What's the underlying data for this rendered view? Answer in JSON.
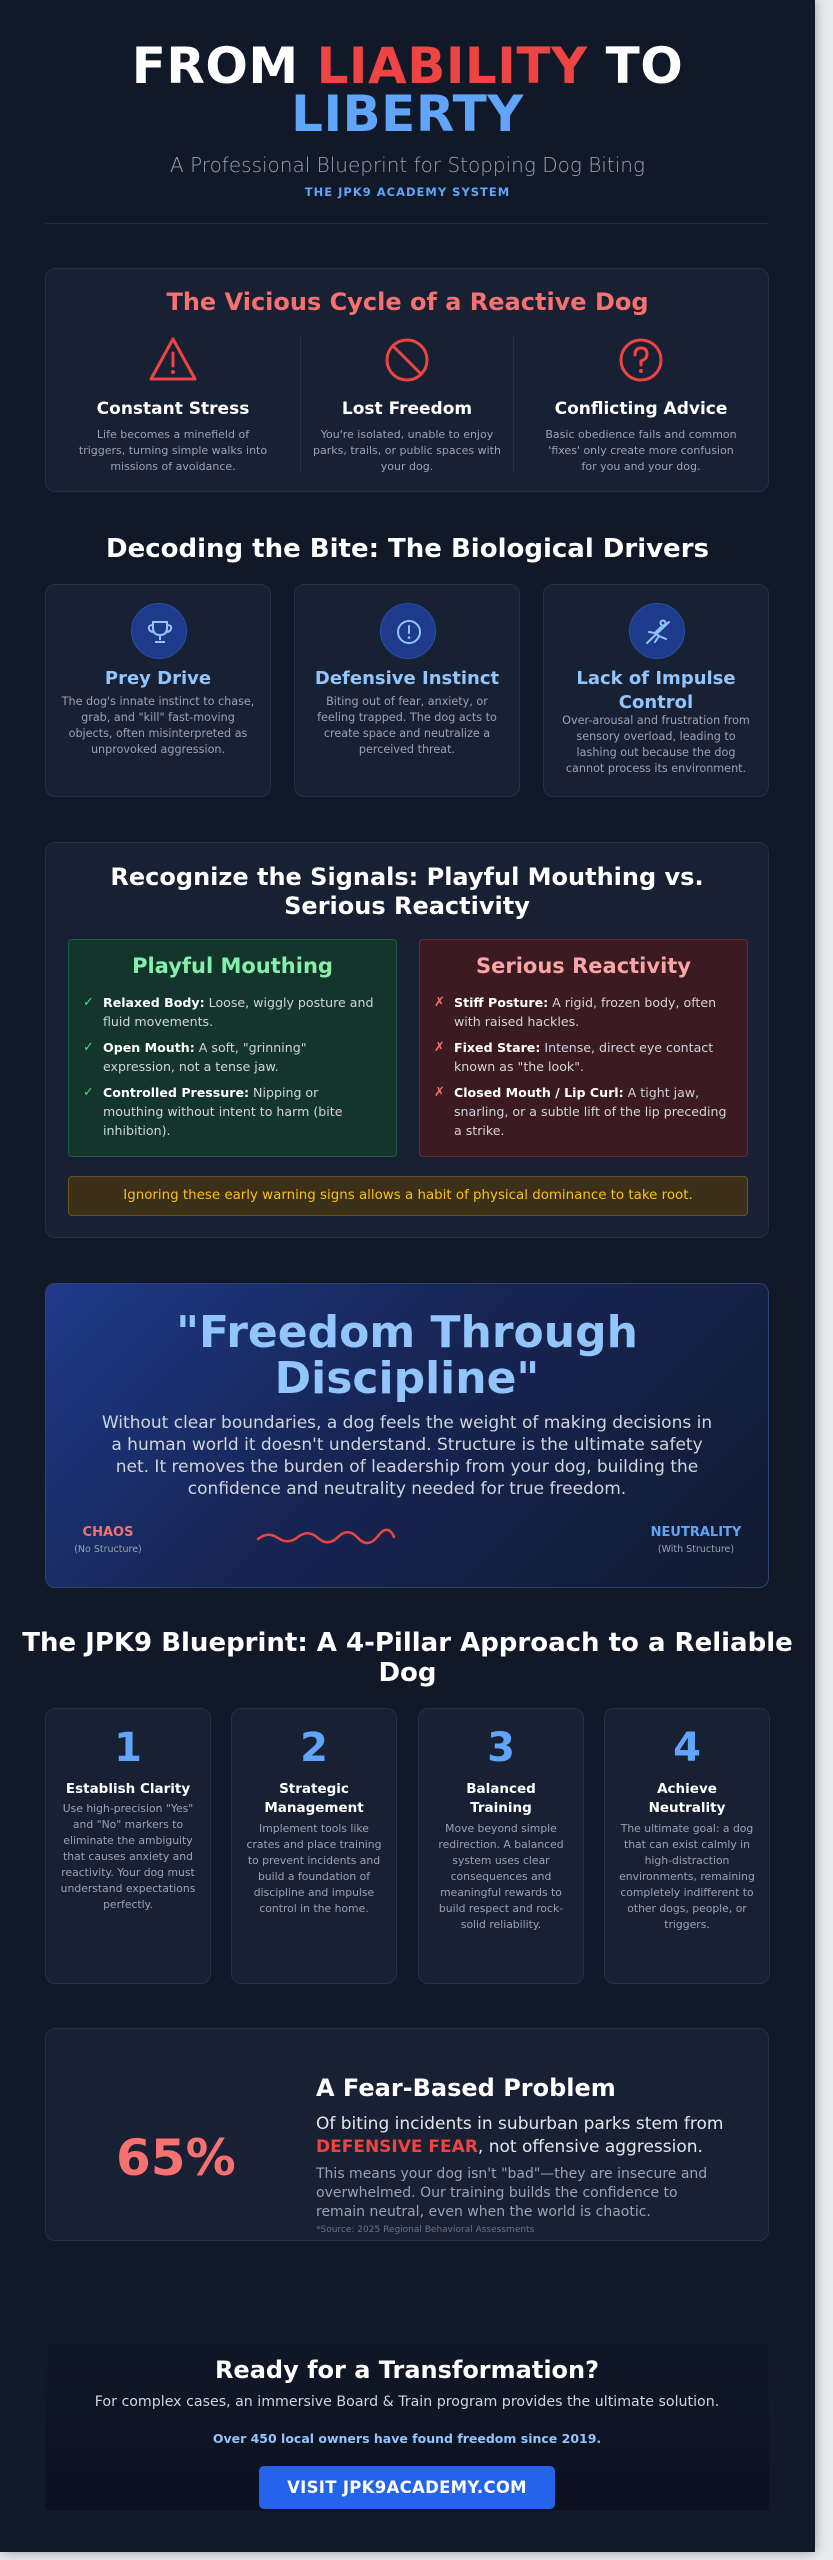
{
  "header": {
    "title_part1": "FROM ",
    "title_liability": "LIABILITY",
    "title_part2": " TO",
    "title_liberty": "LIBERTY",
    "subtitle": "A Professional Blueprint for Stopping Dog Biting",
    "tag": "THE JPK9 ACADEMY SYSTEM"
  },
  "cycle": {
    "title": "The Vicious Cycle of a Reactive Dog",
    "items": [
      {
        "icon": "warning-triangle-icon",
        "title": "Constant Stress",
        "text": "Life becomes a minefield of triggers, turning simple walks into missions of avoidance."
      },
      {
        "icon": "prohibited-icon",
        "title": "Lost Freedom",
        "text": "You're isolated, unable to enjoy parks, trails, or public spaces with your dog."
      },
      {
        "icon": "question-circle-icon",
        "title": "Conflicting Advice",
        "text": "Basic obedience fails and common 'fixes' only create more confusion for you and your dog."
      }
    ],
    "icon_color": "#ef4444"
  },
  "drivers": {
    "title": "Decoding the Bite: The Biological Drivers",
    "items": [
      {
        "icon": "trophy-icon",
        "title": "Prey Drive",
        "text": "The dog's innate instinct to chase, grab, and \"kill\" fast-moving objects, often misinterpreted as unprovoked aggression."
      },
      {
        "icon": "alert-circle-icon",
        "title": "Defensive Instinct",
        "text": "Biting out of fear, anxiety, or feeling trapped. The dog acts to create space and neutralize a perceived threat."
      },
      {
        "icon": "running-dog-icon",
        "title_line1": "Lack of Impulse",
        "title_line2": "Control",
        "text": "Over-arousal and frustration from sensory overload, leading to lashing out because the dog cannot process its environment."
      }
    ]
  },
  "signals": {
    "title_line1": "Recognize the Signals: Playful Mouthing vs.",
    "title_line2": "Serious Reactivity",
    "playful": {
      "title": "Playful Mouthing",
      "items": [
        {
          "label": "Relaxed Body:",
          "text": " Loose, wiggly posture and fluid movements."
        },
        {
          "label": "Open Mouth:",
          "text": " A soft, \"grinning\" expression, not a tense jaw."
        },
        {
          "label": "Controlled Pressure:",
          "text": " Nipping or mouthing without intent to harm (bite inhibition)."
        }
      ]
    },
    "serious": {
      "title": "Serious Reactivity",
      "items": [
        {
          "label": "Stiff Posture:",
          "text": " A rigid, frozen body, often with raised hackles."
        },
        {
          "label": "Fixed Stare:",
          "text": " Intense, direct eye contact known as \"the look\"."
        },
        {
          "label": "Closed Mouth / Lip Curl:",
          "text": " A tight jaw, snarling, or a subtle lift of the lip preceding a strike."
        }
      ]
    },
    "warning": "Ignoring these early warning signs allows a habit of physical dominance to take root."
  },
  "freedom": {
    "title_line1": "\"Freedom Through",
    "title_line2": "Discipline\"",
    "text": "Without clear boundaries, a dog feels the weight of making decisions in a human world it doesn't understand. Structure is the ultimate safety net. It removes the burden of leadership from your dog, building the confidence and neutrality needed for true freedom.",
    "chaos_label": "CHAOS",
    "chaos_sub": "(No Structure)",
    "neutrality_label": "NEUTRALITY",
    "neutrality_sub": "(With Structure)",
    "chaos_color": "#f87171",
    "neutrality_color": "#60a5fa"
  },
  "blueprint": {
    "title_line1": "The JPK9 Blueprint: A 4-Pillar Approach to a Reliable",
    "title_line2": "Dog",
    "pillars": [
      {
        "num": "1",
        "title": "Establish Clarity",
        "text": "Use high-precision \"Yes\" and \"No\" markers to eliminate the ambiguity that causes anxiety and reactivity. Your dog must understand expectations perfectly."
      },
      {
        "num": "2",
        "title_line1": "Strategic",
        "title_line2": "Management",
        "text": "Implement tools like crates and place training to prevent incidents and build a foundation of discipline and impulse control in the home."
      },
      {
        "num": "3",
        "title_line1": "Balanced",
        "title_line2": "Training",
        "text": "Move beyond simple redirection. A balanced system uses clear consequences and meaningful rewards to build respect and rock-solid reliability."
      },
      {
        "num": "4",
        "title_line1": "Achieve",
        "title_line2": "Neutrality",
        "text": "The ultimate goal: a dog that can exist calmly in high-distraction environments, remaining completely indifferent to other dogs, people, or triggers."
      }
    ]
  },
  "stat": {
    "value": "65%",
    "title": "A Fear-Based Problem",
    "line1_a": "Of biting incidents in suburban parks stem from ",
    "line1_em": "DEFENSIVE FEAR",
    "line1_b": ", not offensive aggression.",
    "line2": "This means your dog isn't \"bad\"—they are insecure and overwhelmed. Our training builds the confidence to remain neutral, even when the world is chaotic.",
    "source": "*Source: 2025 Regional Behavioral Assessments"
  },
  "cta": {
    "title": "Ready for a Transformation?",
    "subtitle": "For complex cases, an immersive Board & Train program provides the ultimate solution.",
    "proof": "Over 450 local owners have found freedom since 2019.",
    "button": "VISIT JPK9ACADEMY.COM"
  }
}
